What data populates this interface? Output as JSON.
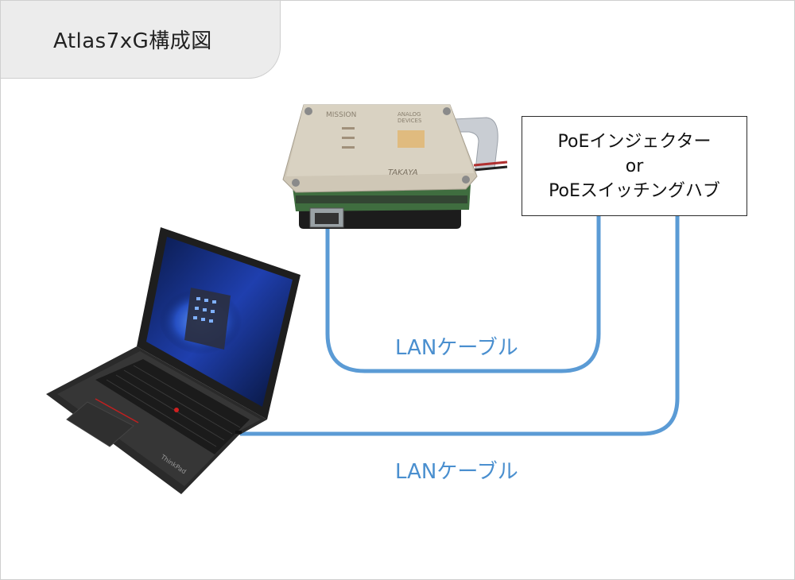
{
  "title": "Atlas7xG構成図",
  "poe_box": {
    "line1": "PoEインジェクター",
    "line2": "or",
    "line3": "PoEスイッチングハブ"
  },
  "cables": [
    {
      "label": "LANケーブル"
    },
    {
      "label": "LANケーブル"
    }
  ],
  "device": {
    "brand_left": "MISSION",
    "brand_right": "ANALOG DEVICES",
    "brand_bottom": "TAKAYA"
  },
  "laptop": {
    "brand": "ThinkPad"
  },
  "colors": {
    "cable": "#5b9bd5",
    "title_bg": "#ececec",
    "label": "#4a8fcf"
  }
}
